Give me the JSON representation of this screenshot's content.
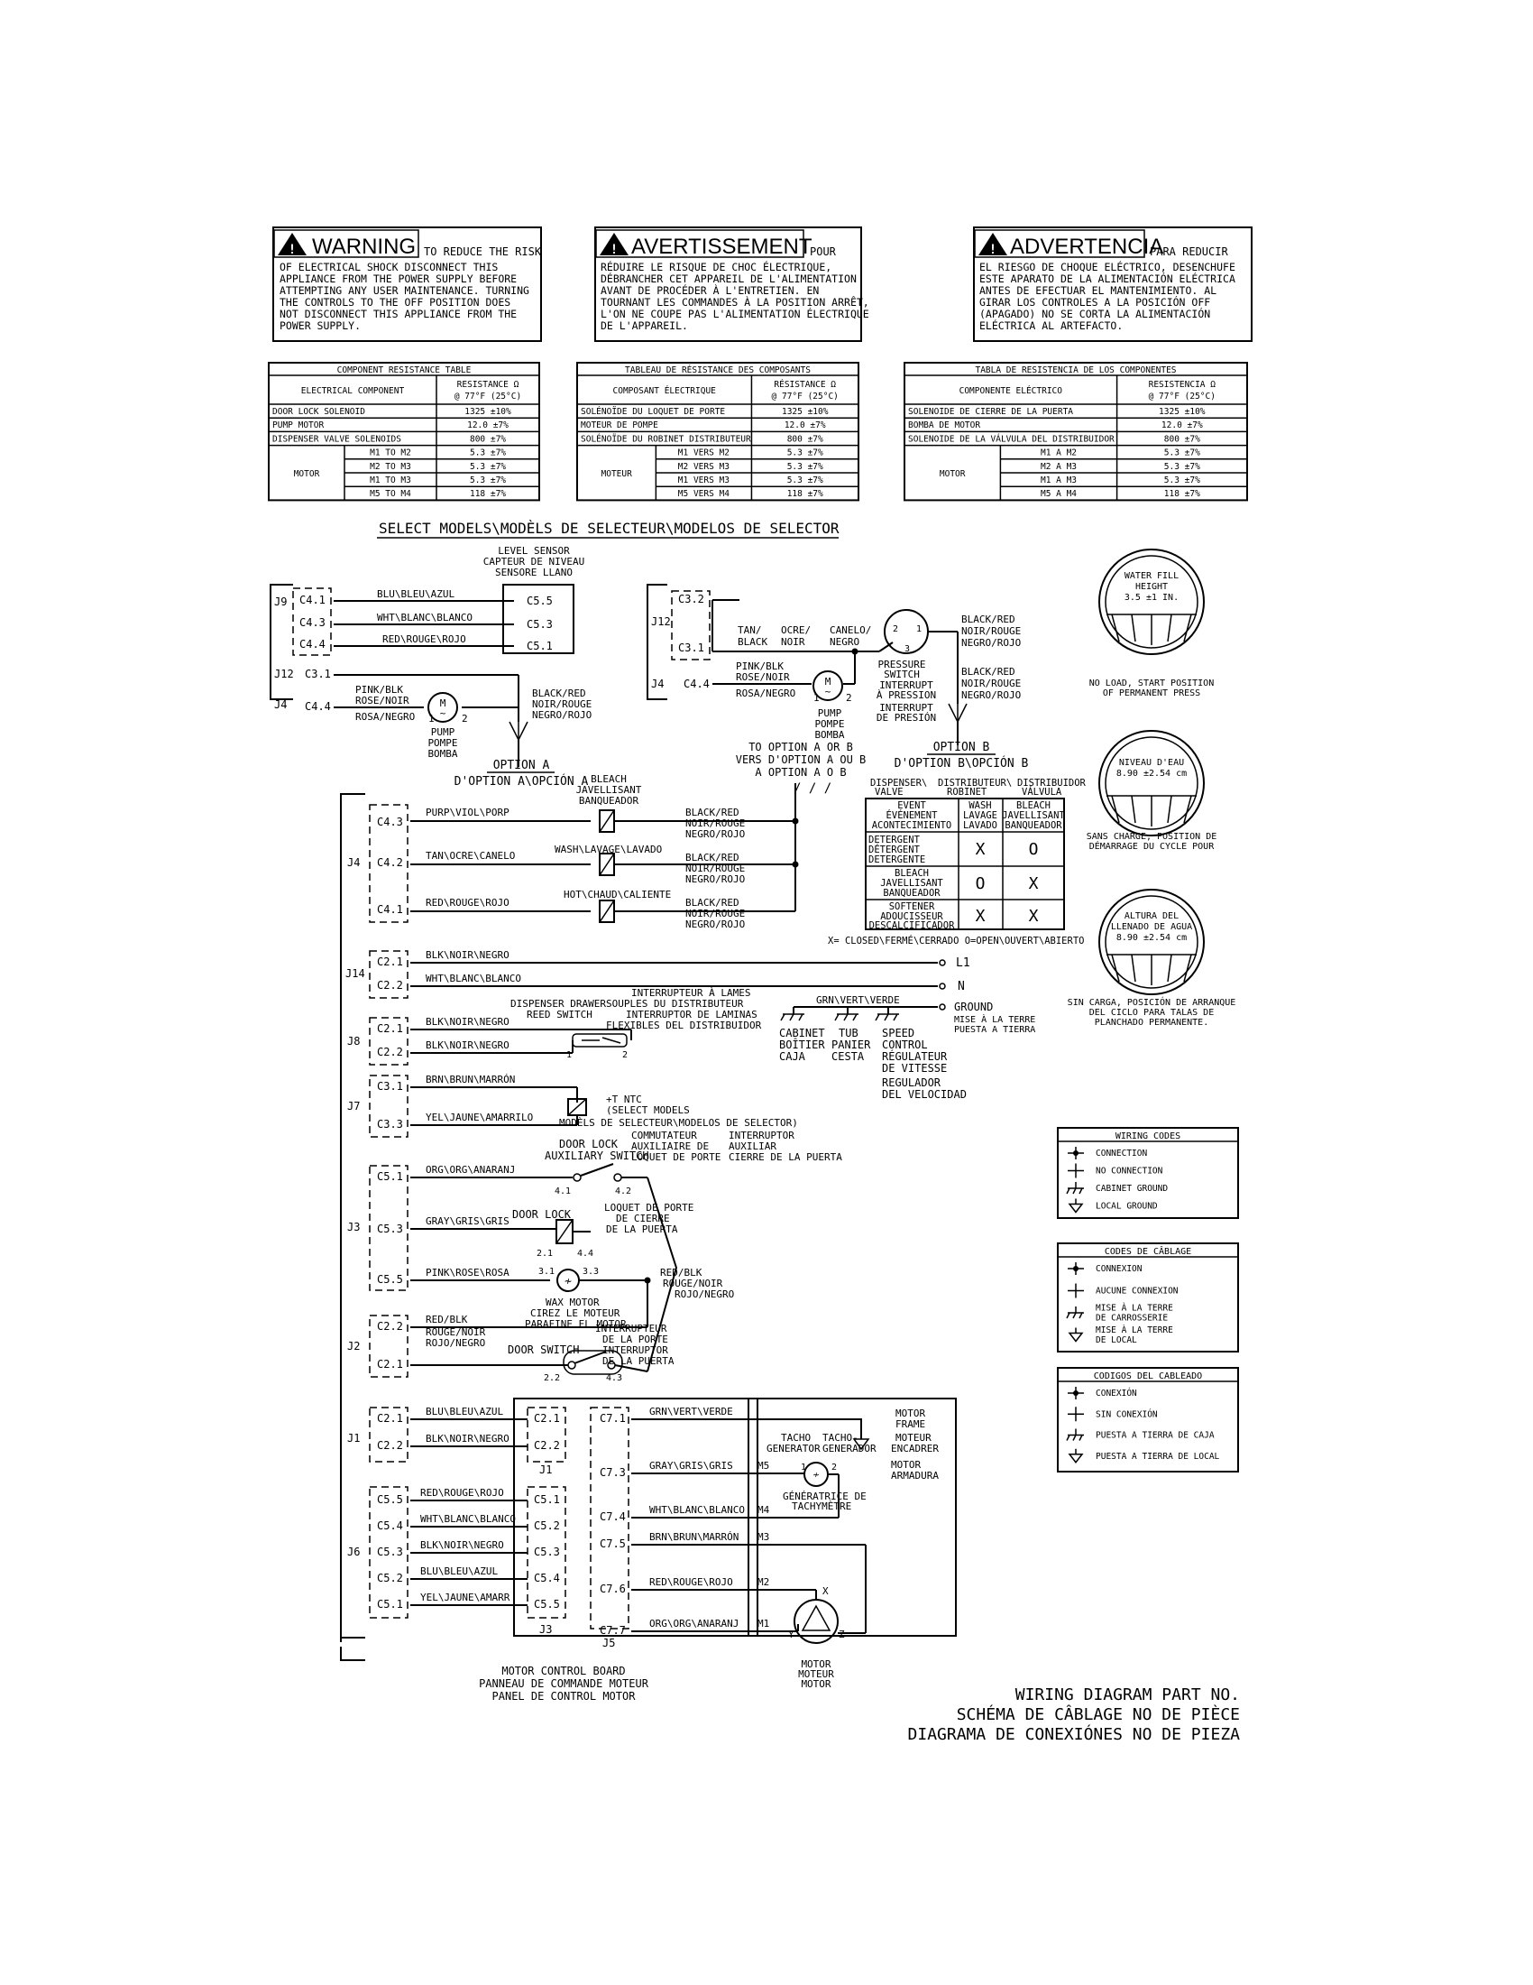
{
  "warnings": [
    {
      "heading": "WARNING",
      "lead": "TO REDUCE THE RISK",
      "lines": [
        "OF ELECTRICAL SHOCK DISCONNECT THIS",
        "APPLIANCE FROM THE POWER SUPPLY BEFORE",
        "ATTEMPTING ANY USER MAINTENANCE. TURNING",
        "THE CONTROLS TO THE OFF POSITION DOES",
        "NOT DISCONNECT THIS APPLIANCE FROM THE",
        "POWER SUPPLY."
      ]
    },
    {
      "heading": "AVERTISSEMENT",
      "lead": "POUR",
      "lines": [
        "RÉDUIRE LE RISQUE DE CHOC ÉLECTRIQUE,",
        "DÉBRANCHER CET APPAREIL DE L'ALIMENTATION",
        "AVANT DE PROCÉDER À L'ENTRETIEN. EN",
        "TOURNANT LES COMMANDES À LA POSITION ARRÊT,",
        "L'ON NE COUPE PAS L'ALIMENTATION ÉLECTRIQUE",
        "DE L'APPAREIL."
      ]
    },
    {
      "heading": "ADVERTENCIA",
      "lead": "PARA REDUCIR",
      "lines": [
        "EL RIESGO DE CHOQUE ELÉCTRICO, DESENCHUFE",
        "ESTE APARATO DE LA ALIMENTACIÓN ELÉCTRICA",
        "ANTES DE EFECTUAR EL MANTENIMIENTO. AL",
        "GIRAR LOS CONTROLES A LA POSICIÓN OFF",
        "(APAGADO) NO SE CORTA LA ALIMENTACIÓN",
        "ELÉCTRICA AL ARTEFACTO."
      ]
    }
  ],
  "resistance_tables": [
    {
      "title": "COMPONENT RESISTANCE TABLE",
      "col1": "ELECTRICAL COMPONENT",
      "col2a": "RESISTANCE Ω",
      "col2b": "@ 77°F (25°C)",
      "rows": [
        [
          "DOOR LOCK SOLENOID",
          "1325 ±10%"
        ],
        [
          "PUMP MOTOR",
          "12.0 ±7%"
        ],
        [
          "DISPENSER VALVE SOLENOIDS",
          "800 ±7%"
        ]
      ],
      "motor_label": "MOTOR",
      "motor_rows": [
        [
          "M1 TO M2",
          "5.3 ±7%"
        ],
        [
          "M2 TO M3",
          "5.3 ±7%"
        ],
        [
          "M1 TO M3",
          "5.3 ±7%"
        ],
        [
          "M5 TO M4",
          "118 ±7%"
        ]
      ]
    },
    {
      "title": "TABLEAU DE RÉSISTANCE DES COMPOSANTS",
      "col1": "COMPOSANT ÉLECTRIQUE",
      "col2a": "RÉSISTANCE Ω",
      "col2b": "@ 77°F (25°C)",
      "rows": [
        [
          "SOLÉNOÏDE DU LOQUET DE PORTE",
          "1325 ±10%"
        ],
        [
          "MOTEUR DE POMPE",
          "12.0 ±7%"
        ],
        [
          "SOLÉNOÏDE DU ROBINET DISTRIBUTEUR",
          "800 ±7%"
        ]
      ],
      "motor_label": "MOTEUR",
      "motor_rows": [
        [
          "M1 VERS M2",
          "5.3 ±7%"
        ],
        [
          "M2 VERS M3",
          "5.3 ±7%"
        ],
        [
          "M1 VERS M3",
          "5.3 ±7%"
        ],
        [
          "M5 VERS M4",
          "118 ±7%"
        ]
      ]
    },
    {
      "title": "TABLA DE RESISTENCIA DE LOS COMPONENTES",
      "col1": "COMPONENTE ELÉCTRICO",
      "col2a": "RESISTENCIA Ω",
      "col2b": "@ 77°F (25°C)",
      "rows": [
        [
          "SOLENOIDE DE CIERRE DE LA PUERTA",
          "1325 ±10%"
        ],
        [
          "BOMBA DE MOTOR",
          "12.0 ±7%"
        ],
        [
          "SOLENOIDE DE LA VÁLVULA DEL DISTRIBUIDOR",
          "800 ±7%"
        ]
      ],
      "motor_label": "MOTOR",
      "motor_rows": [
        [
          "M1 A M2",
          "5.3 ±7%"
        ],
        [
          "M2 A M3",
          "5.3 ±7%"
        ],
        [
          "M1 A M3",
          "5.3 ±7%"
        ],
        [
          "M5 A M4",
          "118 ±7%"
        ]
      ]
    }
  ],
  "select_models": "SELECT MODELS\\MODÈLS DE SELECTEUR\\MODELOS DE SELECTOR",
  "option_a": {
    "level_sensor": [
      "LEVEL SENSOR",
      "CAPTEUR DE NIVEAU",
      "SENSORE LLANO"
    ],
    "j9": "J9",
    "j12": "J12",
    "j4": "J4",
    "pins": [
      "C4.1",
      "C4.3",
      "C4.4",
      "C3.1",
      "C4.4"
    ],
    "wires": [
      "BLU\\BLEU\\AZUL",
      "WHT\\BLANC\\BLANCO",
      "RED\\ROUGE\\ROJO"
    ],
    "sensor_pins": [
      "C5.5",
      "C5.3",
      "C5.1"
    ],
    "pink": [
      "PINK/BLK",
      "ROSE/NOIR"
    ],
    "rosa": "ROSA/NEGRO",
    "pump": [
      "PUMP",
      "POMPE",
      "BOMBA"
    ],
    "black": [
      "BLACK/RED",
      "NOIR/ROUGE",
      "NEGRO/ROJO"
    ],
    "label": [
      "OPTION A",
      "D'OPTION A\\OPCIÓN A"
    ]
  },
  "option_b": {
    "pins": [
      "C3.2",
      "C3.1",
      "C4.4"
    ],
    "j12": "J12",
    "j4": "J4",
    "tan": [
      "TAN/",
      "BLACK"
    ],
    "ocre": [
      "OCRE/",
      "NOIR"
    ],
    "canelo": [
      "CANELO/",
      "NEGRO"
    ],
    "pink": [
      "PINK/BLK",
      "ROSE/NOIR"
    ],
    "rosa": "ROSA/NEGRO",
    "pump": [
      "PUMP",
      "POMPE",
      "BOMBA"
    ],
    "pressure": [
      "PRESSURE",
      "SWITCH",
      "INTERRUPT",
      "À PRESSION",
      "INTERRUPT",
      "DE PRESIÓN"
    ],
    "black1": [
      "BLACK/RED",
      "NOIR/ROUGE",
      "NEGRO/ROJO"
    ],
    "black2": [
      "BLACK/RED",
      "NOIR/ROUGE",
      "NEGRO/ROJO"
    ],
    "label": [
      "OPTION B",
      "D'OPTION B\\OPCIÓN B"
    ]
  },
  "to_option": [
    "TO OPTION A OR B",
    "VERS D'OPTION A OU B",
    "A OPTION A O B"
  ],
  "bleach": [
    "BLEACH",
    "JAVELLISANT",
    "BANQUEADOR"
  ],
  "wash": "WASH\\LAVAGE\\LAVADO",
  "hot": "HOT\\CHAUD\\CALIENTE",
  "dispenser_rows": [
    {
      "pin": "C4.3",
      "wire": "PURP\\VIOL\\PORP"
    },
    {
      "pin": "C4.2",
      "wire": "TAN\\OCRE\\CANELO"
    },
    {
      "pin": "C4.1",
      "wire": "RED\\ROUGE\\ROJO"
    }
  ],
  "black_red": [
    "BLACK/RED",
    "NOIR/ROUGE",
    "NEGRO/ROJO"
  ],
  "dispenser_table": {
    "head": [
      [
        "DISPENSER\\",
        "VALVE"
      ],
      [
        "DISTRIBUTEUR\\",
        "ROBINET"
      ],
      [
        "DISTRIBUIDOR",
        "VÁLVULA"
      ]
    ],
    "cols": [
      [
        "EVENT",
        "ÉVÉNEMENT",
        "ACONTECIMIENTO"
      ],
      [
        "WASH",
        "LAVAGE",
        "LAVADO"
      ],
      [
        "BLEACH",
        "JAVELLISANT",
        "BANQUEADOR"
      ]
    ],
    "rows": [
      {
        "label": [
          "DETERGENT",
          "DÉTERGENT",
          "DETERGENTE"
        ],
        "wash": "X",
        "bleach": "O"
      },
      {
        "label": [
          "BLEACH",
          "JAVELLISANT",
          "BANQUEADOR"
        ],
        "wash": "O",
        "bleach": "X"
      },
      {
        "label": [
          "SOFTENER",
          "ADOUCISSEUR",
          "DESCALCIFICADOR"
        ],
        "wash": "X",
        "bleach": "X"
      }
    ],
    "legend": "X= CLOSED\\FERMÉ\\CERRADO    O=OPEN\\OUVERT\\ABIERTO"
  },
  "j14_rows": [
    {
      "pin": "C2.1",
      "wire": "BLK\\NOIR\\NEGRO"
    },
    {
      "pin": "C2.2",
      "wire": "WHT\\BLANC\\BLANCO"
    }
  ],
  "l1": "L1",
  "n": "N",
  "ground": [
    "GROUND",
    "MISE À LA TERRE",
    "PUESTA A TIERRA"
  ],
  "grn": "GRN\\VERT\\VERDE",
  "reed": [
    "DISPENSER DRAWER",
    "REED SWITCH"
  ],
  "interrupteur_lames": [
    "INTERRUPTEUR À LAMES",
    "SOUPLES DU DISTRIBUTEUR",
    "INTERRUPTOR DE LAMINAS",
    "FLEXIBLES DEL DISTRIBUIDOR"
  ],
  "cabinet": [
    "CABINET",
    "BOÎTIER",
    "CAJA"
  ],
  "tub": [
    "TUB",
    "PANIER",
    "CESTA"
  ],
  "speed": [
    "SPEED",
    "CONTROL",
    "RÉGULATEUR",
    "DE VITESSE",
    "REGULADOR",
    "DEL VELOCIDAD"
  ],
  "j8_rows": [
    {
      "pin": "C2.1",
      "wire": "BLK\\NOIR\\NEGRO"
    },
    {
      "pin": "C2.2",
      "wire": "BLK\\NOIR\\NEGRO"
    }
  ],
  "j7_rows": [
    {
      "pin": "C3.1",
      "wire": "BRN\\BRUN\\MARRÓN"
    },
    {
      "pin": "C3.3",
      "wire": "YEL\\JAUNE\\AMARRILO"
    }
  ],
  "ntc": [
    "+T NTC",
    "(SELECT MODELS",
    "MODÈLS DE SELECTEUR\\MODELOS DE SELECTOR)"
  ],
  "door_lock_aux": [
    "DOOR LOCK",
    "AUXILIARY SWITCH"
  ],
  "commutateur": [
    "COMMUTATEUR",
    "AUXILIAIRE DE",
    "LOQUET DE PORTE"
  ],
  "interruptor_aux": [
    "INTERRUPTOR",
    "AUXILIAR",
    "CIERRE DE LA PUERTA"
  ],
  "j3_rows": [
    {
      "pin": "C5.1",
      "wire": "ORG\\ORG\\ANARANJ"
    },
    {
      "pin": "C5.3",
      "wire": "GRAY\\GRIS\\GRIS"
    },
    {
      "pin": "C5.5",
      "wire": "PINK\\ROSE\\ROSA"
    }
  ],
  "door_lock": "DOOR LOCK",
  "loquet": [
    "LOQUET DE PORTE",
    "DE CIERRE",
    "DE LA PUERTA"
  ],
  "wax_motor": [
    "WAX MOTOR",
    "CIREZ LE MOTEUR",
    "PARAFINE EL MOTOR"
  ],
  "red_blk": [
    "RED/BLK",
    "ROUGE/NOIR",
    "ROJO/NEGRO"
  ],
  "j2_rows": [
    {
      "pin": "C2.2"
    },
    {
      "pin": "C2.1"
    }
  ],
  "j2_wire": [
    "RED/BLK",
    "ROUGE/NOIR",
    "ROJO/NEGRO"
  ],
  "door_switch": "DOOR SWITCH",
  "interruptor_porte": [
    "INTERRUPTEUR",
    "DE LA PORTE",
    "INTERRUPTOR",
    "DE LA PUERTA"
  ],
  "j1_rows": [
    {
      "pin": "C2.1",
      "wire": "BLU\\BLEU\\AZUL",
      "to": "C2.1"
    },
    {
      "pin": "C2.2",
      "wire": "BLK\\NOIR\\NEGRO",
      "to": "C2.2"
    }
  ],
  "j6_rows": [
    {
      "pin": "C5.5",
      "wire": "RED\\ROUGE\\ROJO",
      "to": "C5.1"
    },
    {
      "pin": "C5.4",
      "wire": "WHT\\BLANC\\BLANCO",
      "to": "C5.2"
    },
    {
      "pin": "C5.3",
      "wire": "BLK\\NOIR\\NEGRO",
      "to": "C5.3"
    },
    {
      "pin": "C5.2",
      "wire": "BLU\\BLEU\\AZUL",
      "to": "C5.4"
    },
    {
      "pin": "C5.1",
      "wire": "YEL\\JAUNE\\AMARR",
      "to": "C5.5"
    }
  ],
  "connector_labels": {
    "j1": "J1",
    "j2": "J2",
    "j3": "J3",
    "j4": "J4",
    "j5": "J5",
    "j6": "J6",
    "j7": "J7",
    "j8": "J8",
    "j14": "J14"
  },
  "j5_rows": [
    {
      "pin": "C7.1",
      "wire": "GRN\\VERT\\VERDE",
      "m": ""
    },
    {
      "pin": "C7.3",
      "wire": "GRAY\\GRIS\\GRIS",
      "m": "M5"
    },
    {
      "pin": "C7.4",
      "wire": "WHT\\BLANC\\BLANCO",
      "m": "M4"
    },
    {
      "pin": "C7.5",
      "wire": "BRN\\BRUN\\MARRÓN",
      "m": "M3"
    },
    {
      "pin": "C7.6",
      "wire": "RED\\ROUGE\\ROJO",
      "m": "M2"
    },
    {
      "pin": "C7.7",
      "wire": "ORG\\ORG\\ANARANJ",
      "m": "M1"
    }
  ],
  "motor_frame": [
    "MOTOR",
    "FRAME",
    "MOTEUR",
    "ENCADRER",
    "MOTOR",
    "ARMADURA"
  ],
  "tacho": [
    "TACHO",
    "GENERATOR",
    "TACHO-",
    "GENERADOR"
  ],
  "generatrice": [
    "GÉNÉRATRICE DE",
    "TACHYMÈTRE"
  ],
  "motor_label": [
    "MOTOR",
    "MOTEUR",
    "MOTOR"
  ],
  "motor_board": [
    "MOTOR CONTROL BOARD",
    "PANNEAU DE COMMANDE MOTEUR",
    "PANEL DE CONTROL MOTOR"
  ],
  "water_fill": [
    {
      "gauge": [
        "WATER FILL",
        "HEIGHT",
        "3.5 ±1 IN."
      ],
      "caption": [
        "NO LOAD, START POSITION",
        "OF PERMANENT PRESS"
      ]
    },
    {
      "gauge": [
        "NIVEAU D'EAU",
        "8.90 ±2.54 cm"
      ],
      "caption": [
        "SANS CHARGE, POSITION DE",
        "DÉMARRAGE DU CYCLE POUR"
      ]
    },
    {
      "gauge": [
        "ALTURA DEL",
        "LLENADO DE AGUA",
        "8.90 ±2.54 cm"
      ],
      "caption": [
        "SIN CARGA, POSICIÓN DE ARRANQUE",
        "DEL CICLO PARA TALAS DE",
        "PLANCHADO PERMANENTE."
      ]
    }
  ],
  "codes": [
    {
      "title": "WIRING CODES",
      "items": [
        "CONNECTION",
        "NO CONNECTION",
        "CABINET GROUND",
        "LOCAL GROUND"
      ]
    },
    {
      "title": "CODES DE CÂBLAGE",
      "items": [
        "CONNEXION",
        "AUCUNE CONNEXION",
        "MISE À LA TERRE DE CARROSSERIE",
        "MISE À LA TERRE DE LOCAL"
      ]
    },
    {
      "title": "CODIGOS DEL CABLEADO",
      "items": [
        "CONEXIÓN",
        "SIN CONEXIÓN",
        "PUESTA A TIERRA DE CAJA",
        "PUESTA A TIERRA DE LOCAL"
      ]
    }
  ],
  "part_no": [
    "WIRING DIAGRAM PART NO.",
    "SCHÉMA DE CÂBLAGE NO DE PIÈCE",
    "DIAGRAMA DE CONEXIÓNES NO DE PIEZA"
  ]
}
